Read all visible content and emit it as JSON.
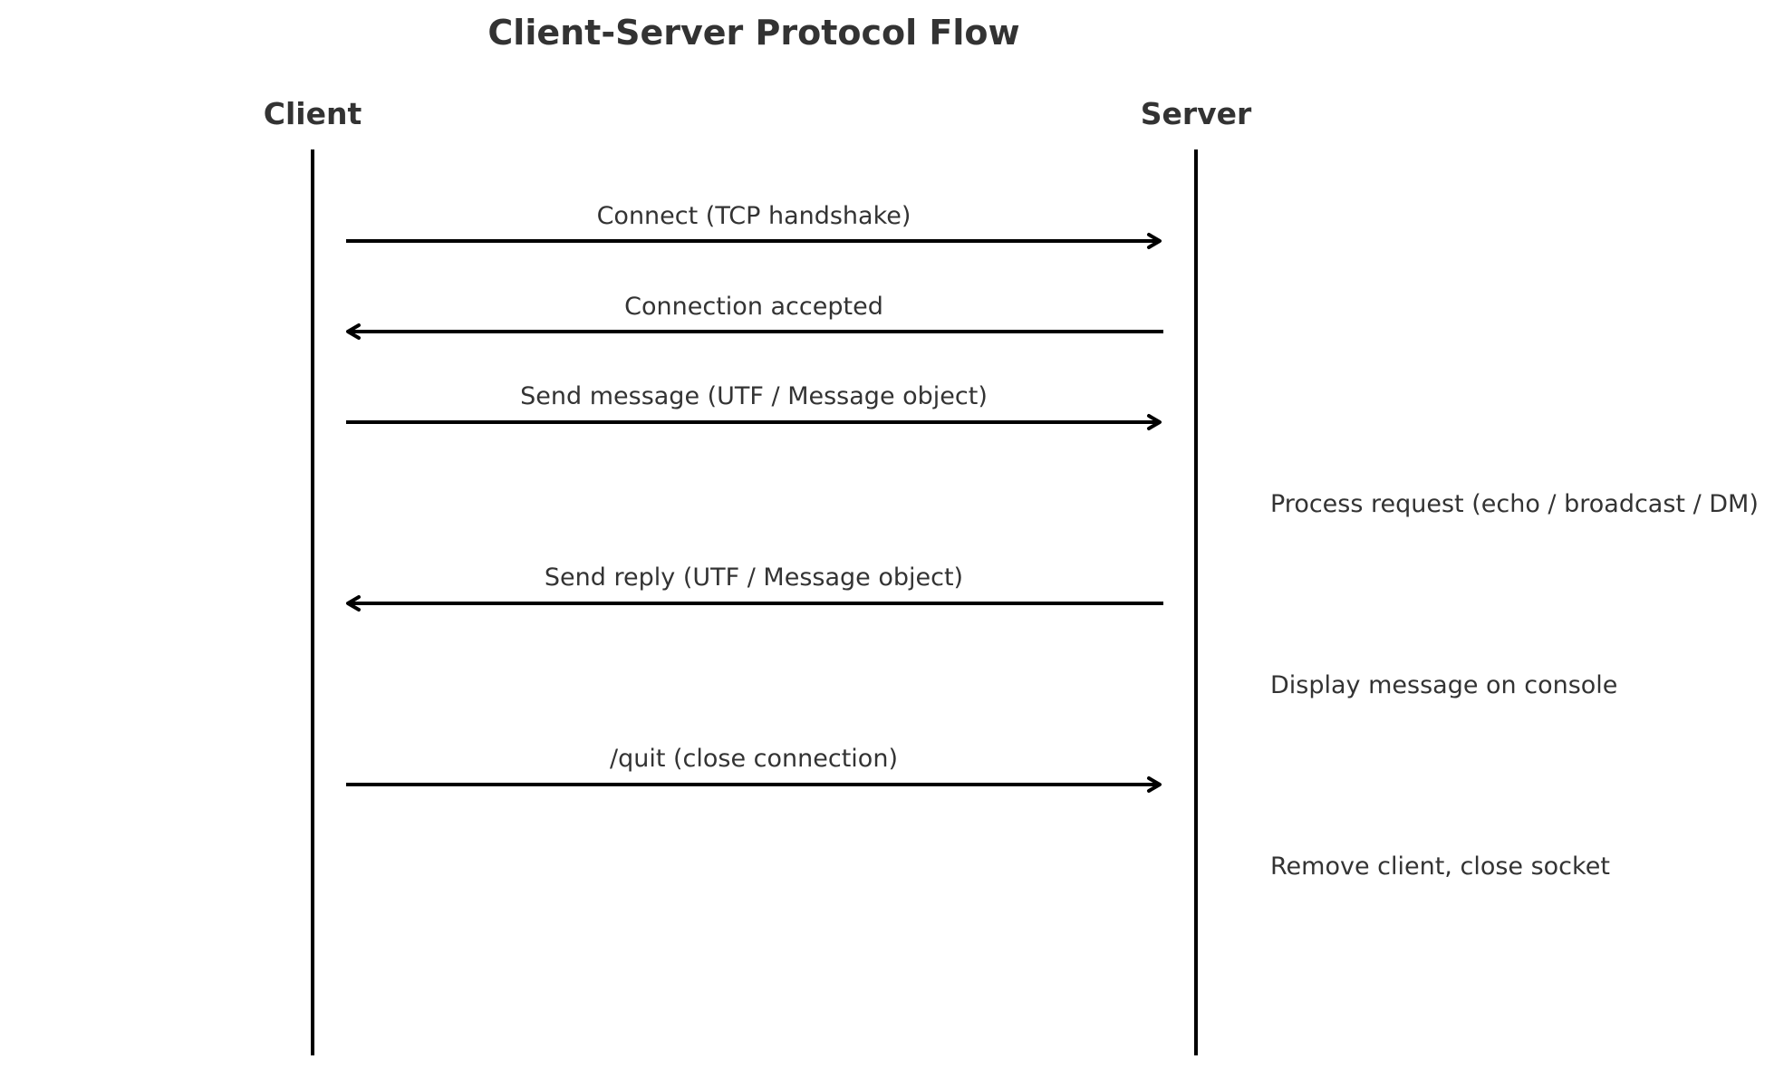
{
  "title": "Client-Server Protocol Flow",
  "actors": {
    "client": "Client",
    "server": "Server"
  },
  "messages": [
    {
      "from": "client",
      "to": "server",
      "label": "Connect (TCP handshake)"
    },
    {
      "from": "server",
      "to": "client",
      "label": "Connection accepted"
    },
    {
      "from": "client",
      "to": "server",
      "label": "Send message (UTF / Message object)"
    },
    {
      "from": "server",
      "to": "client",
      "label": "Send reply (UTF / Message object)"
    },
    {
      "from": "client",
      "to": "server",
      "label": "/quit (close connection)"
    }
  ],
  "notes": [
    "Process request (echo / broadcast / DM)",
    "Display message on console",
    "Remove client, close socket"
  ],
  "colors": {
    "text": "#333333",
    "lines": "#000000",
    "background": "#ffffff"
  }
}
